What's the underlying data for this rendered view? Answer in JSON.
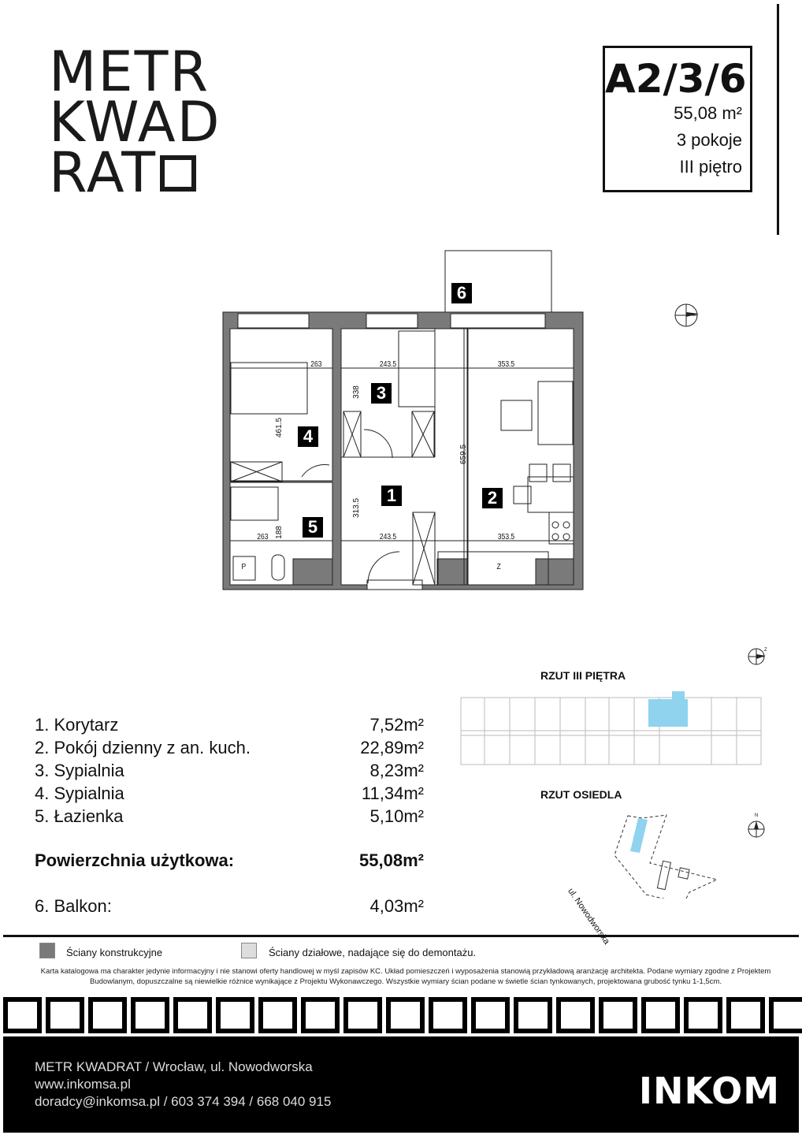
{
  "logo": {
    "line1": "METR",
    "line2": "KWAD",
    "line3": "RAT"
  },
  "apartment": {
    "code": "A2/3/6",
    "area": "55,08 m²",
    "rooms": "3 pokoje",
    "floor": "III piętro"
  },
  "plan": {
    "badges": [
      "1",
      "2",
      "3",
      "4",
      "5",
      "6"
    ],
    "dims": {
      "d263a": "263",
      "d2435a": "243.5",
      "d3535a": "353.5",
      "d338": "338",
      "d4615": "461.5",
      "d6595": "659.5",
      "d3135": "313.5",
      "d188": "188",
      "d263b": "263",
      "d2435b": "243.5",
      "d3535b": "353.5"
    },
    "appliances": {
      "fridge": "Z",
      "washer": "P"
    }
  },
  "rooms": [
    {
      "name": "1. Korytarz",
      "area": "7,52m²"
    },
    {
      "name": "2. Pokój dzienny z an. kuch.",
      "area": "22,89m²"
    },
    {
      "name": "3. Sypialnia",
      "area": "8,23m²"
    },
    {
      "name": "4. Sypialnia",
      "area": "11,34m²"
    },
    {
      "name": "5. Łazienka",
      "area": "5,10m²"
    }
  ],
  "total": {
    "label": "Powierzchnia użytkowa:",
    "area": "55,08m²"
  },
  "balcony": {
    "name": "6. Balkon:",
    "area": "4,03m²"
  },
  "maps": {
    "floor_title": "RZUT III PIĘTRA",
    "estate_title": "RZUT OSIEDLA",
    "street": "ul. Nowodworska",
    "north": "N",
    "north_z": "Z"
  },
  "legend": {
    "structural": "Ściany konstrukcyjne",
    "partition": "Ściany działowe, nadające się do demontażu."
  },
  "disclaimer": "Karta katalogowa ma charakter jedynie informacyjny i nie stanowi oferty handlowej w myśl zapisów KC. Układ pomieszczeń i wyposażenia stanowią przykładową aranżację architekta. Podane wymiary zgodne z Projektem Budowlanym, dopuszczalne są niewielkie różnice wynikające z Projektu Wykonawczego. Wszystkie wymiary ścian podane w świetle ścian tynkowanych, projektowana grubość tynku 1-1,5cm.",
  "footer": {
    "line1": "METR KWADRAT / Wrocław, ul. Nowodworska",
    "line2": "www.inkomsa.pl",
    "line3": "doradcy@inkomsa.pl / 603 374 394 / 668 040 915",
    "brand": "INKOM"
  },
  "colors": {
    "highlight": "#8fd3ef",
    "wall": "#6b6b6b",
    "footer_bg": "#000000"
  }
}
